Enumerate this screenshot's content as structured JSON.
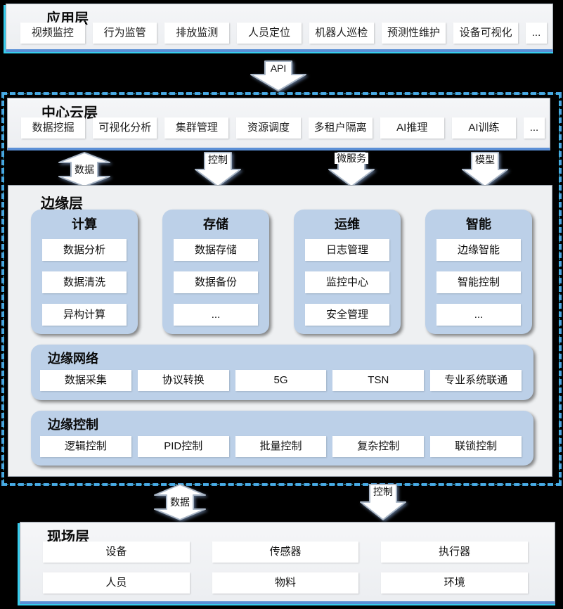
{
  "colors": {
    "background": "#000000",
    "layer_box_bg": "#eff1f4",
    "accent_blue": "#5b8fd6",
    "cyan_accent": "#35cdee",
    "dashed_border_blue": "#4aa0dd",
    "card_blue": "#bcd0e8",
    "item_bg": "#ffffff",
    "text": "#111111"
  },
  "app_layer": {
    "title": "应用层",
    "items": [
      "视频监控",
      "行为监管",
      "排放监测",
      "人员定位",
      "机器人巡检",
      "预测性维护",
      "设备可视化",
      "..."
    ]
  },
  "api_arrow": {
    "label": "API"
  },
  "cloud_layer": {
    "title": "中心云层",
    "items": [
      "数据挖掘",
      "可视化分析",
      "集群管理",
      "资源调度",
      "多租户隔离",
      "AI推理",
      "AI训练",
      "..."
    ]
  },
  "cloud_edge_arrows": [
    {
      "label": "数据",
      "type": "double-vertical"
    },
    {
      "label": "控制",
      "type": "down"
    },
    {
      "label": "微服务",
      "type": "down"
    },
    {
      "label": "模型",
      "type": "down"
    }
  ],
  "edge_layer": {
    "title": "边缘层",
    "cards": [
      {
        "title": "计算",
        "items": [
          "数据分析",
          "数据清洗",
          "异构计算"
        ]
      },
      {
        "title": "存储",
        "items": [
          "数据存储",
          "数据备份",
          "..."
        ]
      },
      {
        "title": "运维",
        "items": [
          "日志管理",
          "监控中心",
          "安全管理"
        ]
      },
      {
        "title": "智能",
        "items": [
          "边缘智能",
          "智能控制",
          "..."
        ]
      }
    ],
    "network": {
      "title": "边缘网络",
      "items": [
        "数据采集",
        "协议转换",
        "5G",
        "TSN",
        "专业系统联通"
      ]
    },
    "control": {
      "title": "边缘控制",
      "items": [
        "逻辑控制",
        "PID控制",
        "批量控制",
        "复杂控制",
        "联锁控制"
      ]
    }
  },
  "edge_field_arrows": [
    {
      "label": "数据",
      "type": "double-vertical"
    },
    {
      "label": "控制",
      "type": "down"
    }
  ],
  "field_layer": {
    "title": "现场层",
    "items": [
      "设备",
      "传感器",
      "执行器",
      "人员",
      "物料",
      "环境"
    ]
  }
}
